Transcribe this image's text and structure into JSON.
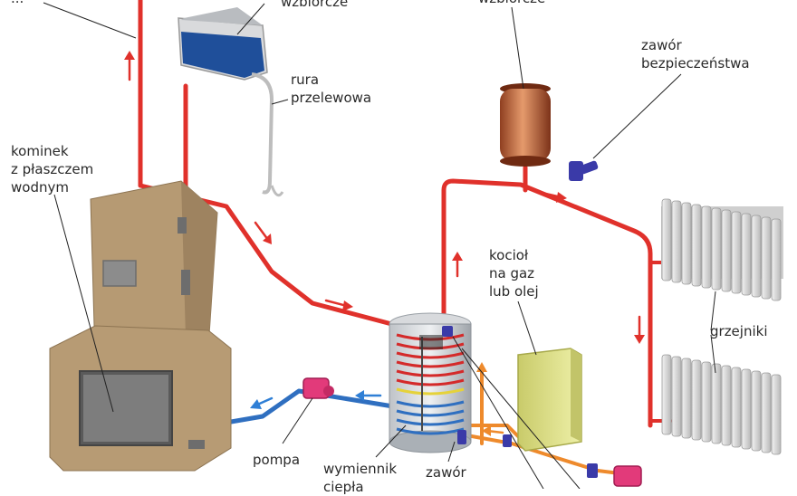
{
  "labels": {
    "top_left_partial": "...",
    "open_tank_partial": "wzbiorcze",
    "expansion_vessel_partial": "wzbiorcze",
    "safety_valve": "zawór\nbezpieczeństwa",
    "overflow_pipe": "rura\nprzelewowa",
    "fireplace": "kominek\nz płaszczem\nwodnym",
    "boiler": "kocioł\nna gaz\nlub olej",
    "radiators": "grzejniki",
    "pump": "pompa",
    "heat_exchanger": "wymiennik\nciepła",
    "valve_bottom": "zawór"
  },
  "colors": {
    "hot_pipe": "#e0312b",
    "cold_pipe": "#2f6fc0",
    "return_pipe": "#ee8a2c",
    "fireplace": "#b69a73",
    "boiler": "#dfe28a",
    "pump": "#e23a7a",
    "valve": "#3a3aa8",
    "radiator": "#dcdcdc",
    "tank_water": "#1f4f9a",
    "expansion_vessel": "#c9683f"
  }
}
